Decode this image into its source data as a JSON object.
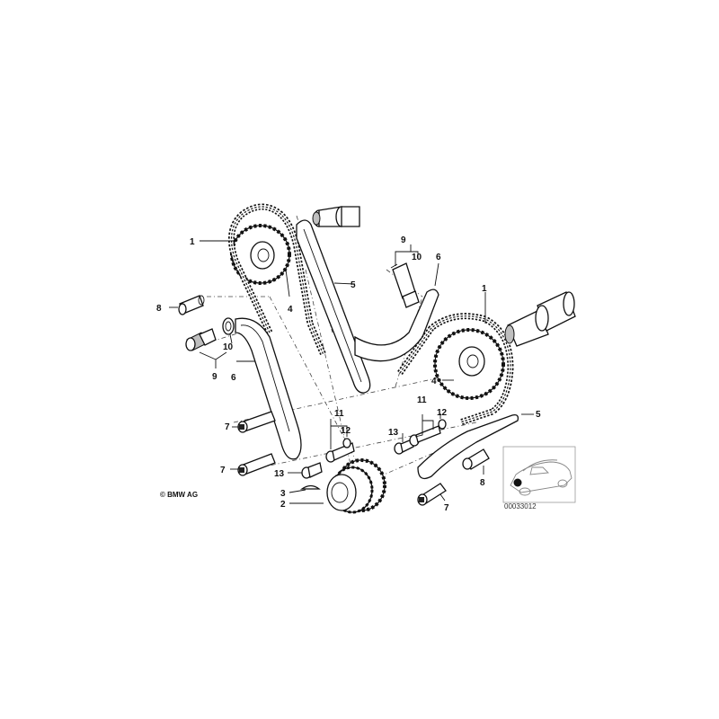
{
  "copyright": "© BMW AG",
  "diagram_code": "00033012",
  "labels": {
    "l1_left": "1",
    "l1_right": "1",
    "l2": "2",
    "l3": "3",
    "l4_left": "4",
    "l4_right": "4",
    "l5_left": "5",
    "l5_right": "5",
    "l6_left": "6",
    "l6_right": "6",
    "l7_a": "7",
    "l7_b": "7",
    "l7_c": "7",
    "l8_left": "8",
    "l8_right": "8",
    "l9_left": "9",
    "l9_top": "9",
    "l10_left": "10",
    "l10_top": "10",
    "l11_left": "11",
    "l11_right": "11",
    "l12_left": "12",
    "l12_right": "12",
    "l13_left": "13",
    "l13_right": "13"
  }
}
